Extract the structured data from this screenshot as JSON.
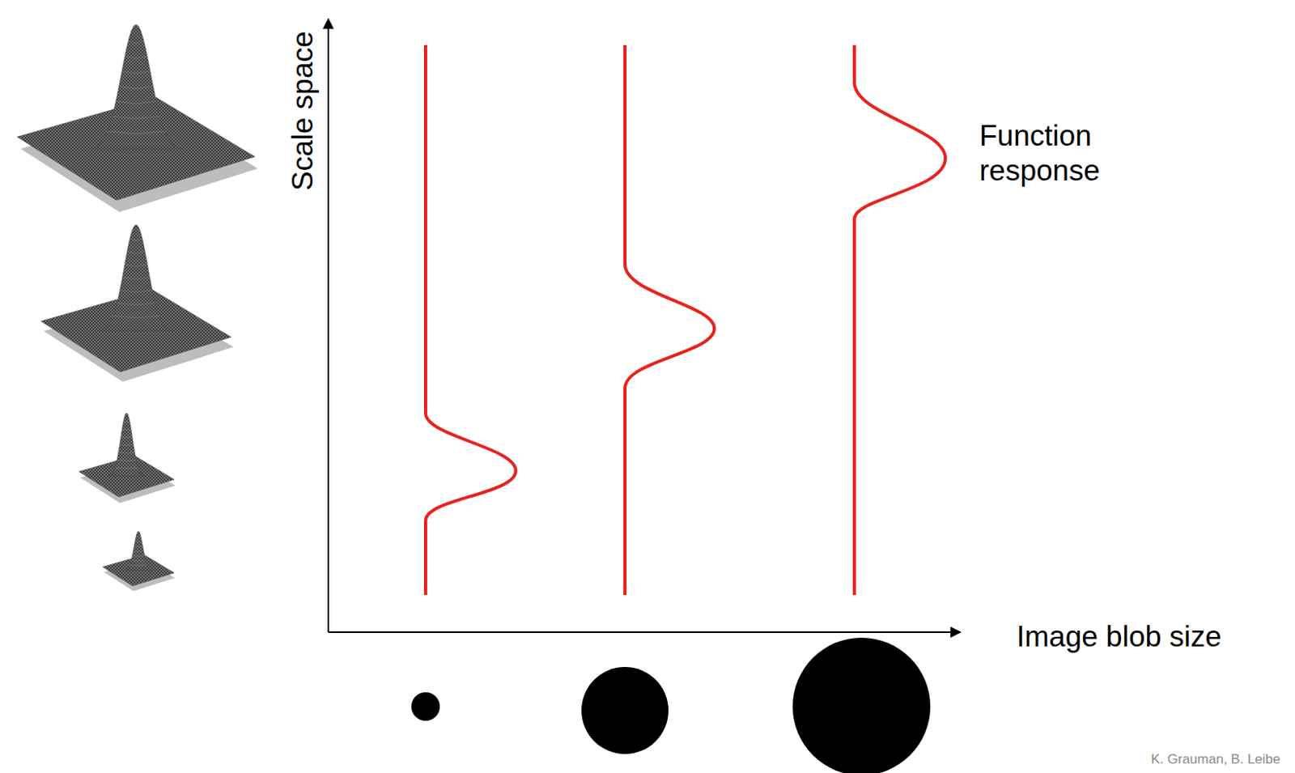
{
  "diagram": {
    "labels": [
      "Scale space",
      "Function response",
      "Image blob size",
      "K. Grauman, B. Leibe"
    ]
  }
}
